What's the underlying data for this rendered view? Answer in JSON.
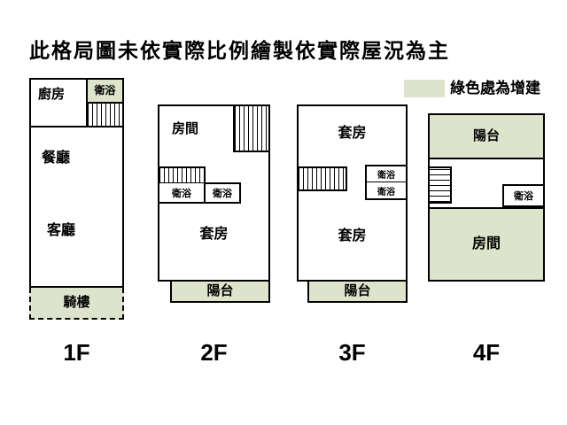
{
  "title": "此格局圖未依實際比例繪製依實際屋況為主",
  "legend": {
    "label": "綠色處為增建"
  },
  "colors": {
    "addition_green": "#dde4cb",
    "line": "#000000",
    "background": "#ffffff"
  },
  "floors": [
    {
      "label": "1F",
      "rooms": {
        "kitchen": "廚房",
        "bath": "衛浴",
        "dining": "餐廳",
        "living": "客廳",
        "arcade": "騎樓"
      }
    },
    {
      "label": "2F",
      "rooms": {
        "room": "房間",
        "bath1": "衛浴",
        "bath2": "衛浴",
        "suite": "套房",
        "balcony": "陽台"
      }
    },
    {
      "label": "3F",
      "rooms": {
        "suite_top": "套房",
        "bath1": "衛浴",
        "bath2": "衛浴",
        "suite_bottom": "套房",
        "balcony": "陽台"
      }
    },
    {
      "label": "4F",
      "rooms": {
        "balcony": "陽台",
        "bath": "衛浴",
        "room": "房間"
      }
    }
  ]
}
